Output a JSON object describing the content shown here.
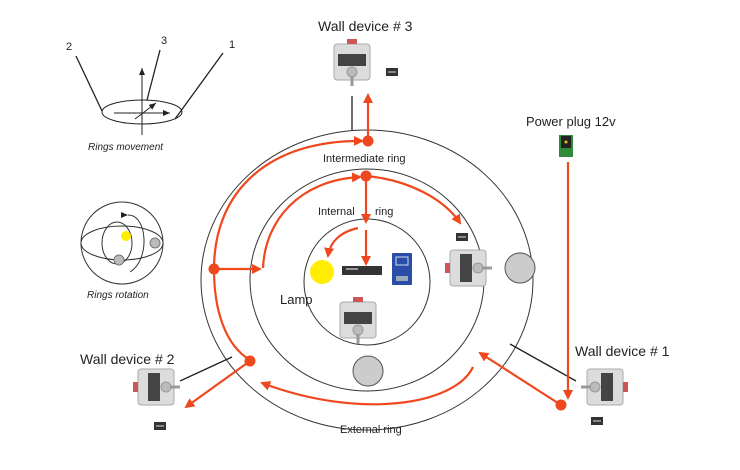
{
  "labels": {
    "wall3": "Wall device # 3",
    "wall2": "Wall device # 2",
    "wall1": "Wall device # 1",
    "power": "Power plug 12v",
    "intermediate": "Intermediate ring",
    "internal_a": "Internal",
    "internal_b": "ring",
    "external": "External ring",
    "lamp": "Lamp",
    "rings_movement": "Rings movement",
    "rings_rotation": "Rings rotation",
    "axis1": "1",
    "axis2": "2",
    "axis3": "3"
  },
  "colors": {
    "arrow": "#f0481e",
    "ring": "#333333",
    "lamp": "#ffee00",
    "motor_body": "#d8d8d8",
    "motor_dark": "#444444",
    "wheel": "#cccccc",
    "board": "#2a4da8",
    "plug": "#2f8a3a"
  }
}
